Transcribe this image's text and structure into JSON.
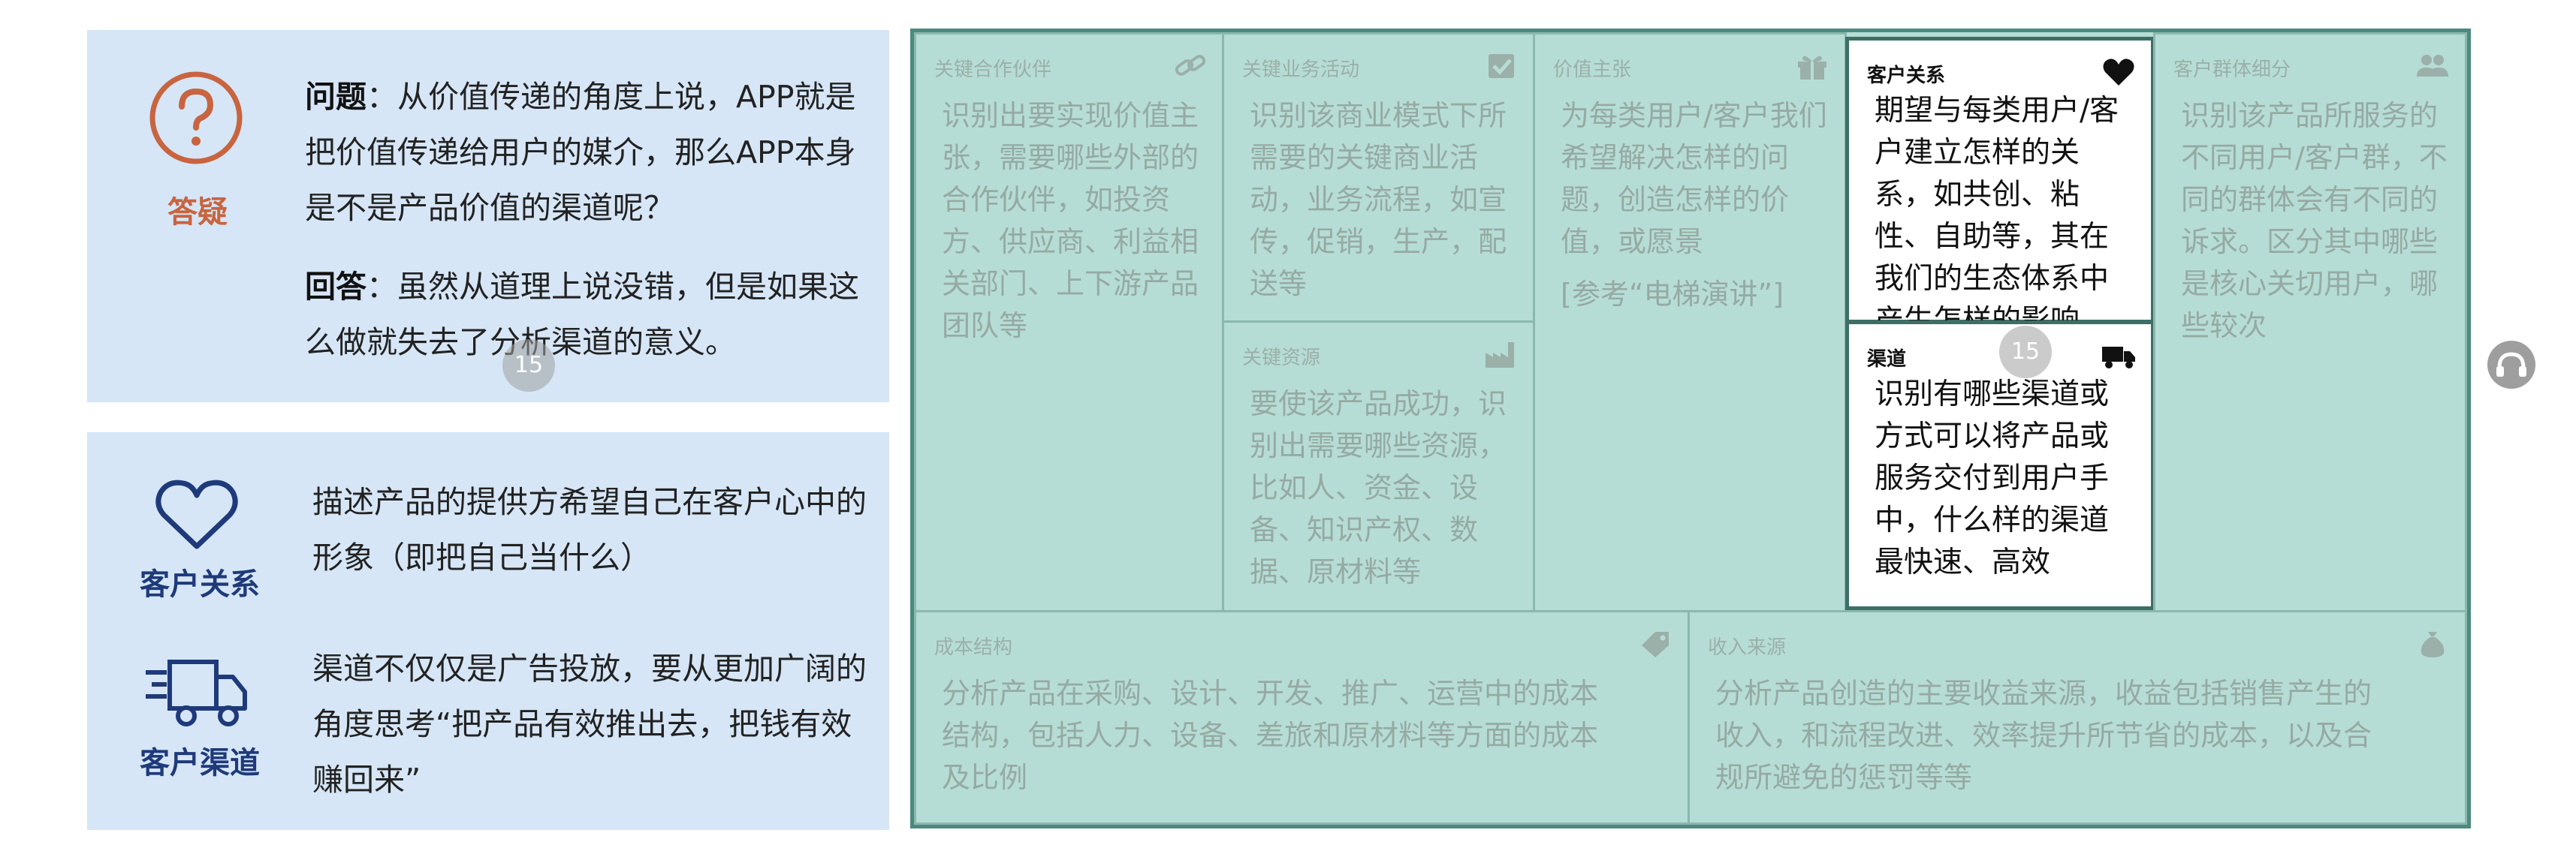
{
  "qa": {
    "tag": "答疑",
    "question_label": "问题",
    "question_text": "：从价值传递的角度上说，APP就是把价值传递给用户的媒介，那么APP本身是不是产品价值的渠道呢？",
    "answer_label": "回答",
    "answer_text": "：虽然从道理上说没错，但是如果这么做就失去了分析渠道的意义。",
    "icon": "question-circle-icon",
    "accent_color": "#c8643f"
  },
  "definitions": [
    {
      "label": "客户关系",
      "text": "描述产品的提供方希望自己在客户心中的形象（即把自己当什么）",
      "icon": "heart-icon"
    },
    {
      "label": "客户渠道",
      "text": "渠道不仅仅是广告投放，要从更加广阔的角度思考“把产品有效推出去，把钱有效赚回来”",
      "icon": "truck-icon"
    }
  ],
  "canvas": {
    "partners": {
      "title": "关键合作伙伴",
      "body": "识别出要实现价值主张，需要哪些外部的合作伙伴，如投资方、供应商、利益相关部门、上下游产品团队等",
      "icon": "link-icon"
    },
    "activities": {
      "title": "关键业务活动",
      "body": "识别该商业模式下所需要的关键商业活动，业务流程，如宣传，促销，生产，配送等",
      "icon": "checkbox-icon"
    },
    "resources": {
      "title": "关键资源",
      "body": "要使该产品成功，识别出需要哪些资源，比如人、资金、设备、知识产权、数据、原材料等",
      "icon": "factory-icon"
    },
    "value": {
      "title": "价值主张",
      "body": "为每类用户/客户我们希望解决怎样的问题，创造怎样的价值，或愿景",
      "note": "[参考“电梯演讲”]",
      "icon": "gift-icon"
    },
    "relationships": {
      "title": "客户关系",
      "body": "期望与每类用户/客户建立怎样的关系，如共创、粘性、自助等，其在我们的生态体系中产生怎样的影响",
      "icon": "heart-icon"
    },
    "channels": {
      "title": "渠道",
      "body": "识别有哪些渠道或方式可以将产品或服务交付到用户手中，什么样的渠道最快速、高效",
      "icon": "truck-icon"
    },
    "segments": {
      "title": "客户群体细分",
      "body": "识别该产品所服务的不同用户/客户群，不同的群体会有不同的诉求。区分其中哪些是核心关切用户，哪些较次",
      "icon": "users-icon"
    },
    "cost": {
      "title": "成本结构",
      "body": "分析产品在采购、设计、开发、推广、运营中的成本结构，包括人力、设备、差旅和原材料等方面的成本及比例",
      "icon": "tag-icon"
    },
    "revenue": {
      "title": "收入来源",
      "body": "分析产品创造的主要收益来源，收益包括销售产生的收入，和流程改进、效率提升所节省的成本，以及合规所避免的惩罚等等",
      "icon": "money-bag-icon"
    }
  },
  "watermarks": [
    "15",
    "15"
  ],
  "side_button_icon": "headset-icon",
  "colors": {
    "panel_bg": "#d6e6f6",
    "canvas_bg": "#b6ddd5",
    "canvas_border": "#4c8a7e",
    "label_blue": "#1f3a7a"
  }
}
